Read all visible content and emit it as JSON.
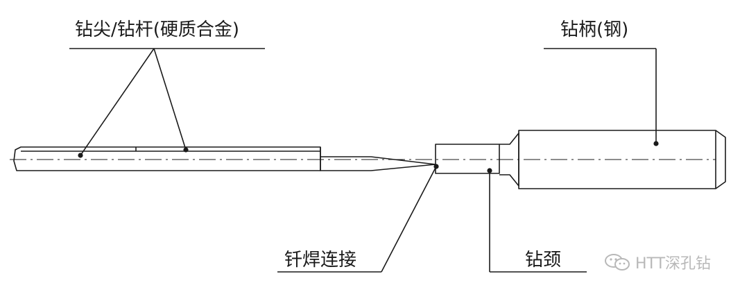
{
  "labels": {
    "tip_shaft": "钻尖/钻杆(硬质合金)",
    "shank": "钻柄(钢)",
    "brazing": "钎焊连接",
    "neck": "钻颈"
  },
  "watermark": {
    "text": "HTT深孔钻",
    "icon": "wechat-icon"
  },
  "colors": {
    "line": "#1a1a1a",
    "watermark": "#b8b8b8"
  }
}
